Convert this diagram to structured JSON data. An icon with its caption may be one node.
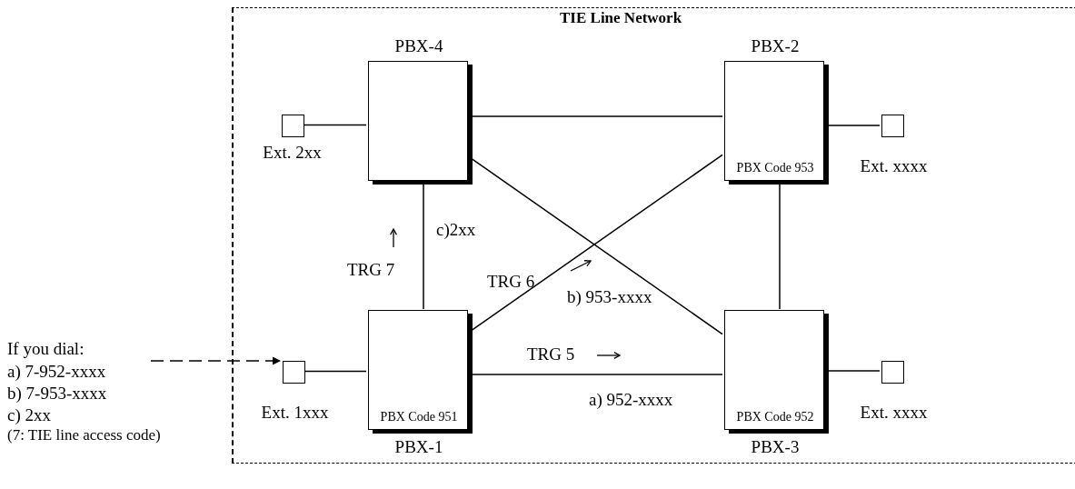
{
  "diagram": {
    "nodes": [
      {
        "text": [
          "TIE Line Network"
        ]
      },
      {
        "text": [
          "PBX-4"
        ],
        "in": 0
      },
      {
        "text": [
          "PBX-2",
          "PBX Code 953"
        ],
        "in": 0
      },
      {
        "text": [
          "PBX Code 951",
          "PBX-1"
        ],
        "in": 0
      },
      {
        "text": [
          "PBX Code 952",
          "PBX-3"
        ],
        "in": 0
      },
      {
        "text": [
          "Ext. 2xx"
        ],
        "in": 0
      },
      {
        "text": [
          "Ext. xxxx"
        ],
        "in": 0
      },
      {
        "text": [
          "Ext. 1xxx"
        ],
        "in": 0
      },
      {
        "text": [
          "Ext. xxxx"
        ],
        "in": 0
      },
      {
        "text": [
          "If you dial:",
          "a) 7-952-xxxx",
          "b) 7-953-xxxx",
          "c) 2xx"
        ],
        "beside": [
          "(7: TIE line access code)"
        ]
      }
    ],
    "edges": [
      {
        "from": 9,
        "to": 7,
        "arrow": "to",
        "style": "dashed"
      },
      {
        "from": 5,
        "to": 1,
        "arrow": "none"
      },
      {
        "from": 1,
        "to": 2,
        "arrow": "none"
      },
      {
        "from": 1,
        "to": 4,
        "arrow": "none"
      },
      {
        "from": 1,
        "to": 3,
        "arrow": "none"
      },
      {
        "from": 3,
        "to": 2,
        "arrow": "none"
      },
      {
        "from": 2,
        "to": 6,
        "arrow": "none"
      },
      {
        "from": 2,
        "to": 4,
        "arrow": "none"
      },
      {
        "from": 7,
        "to": 3,
        "arrow": "none"
      },
      {
        "from": 3,
        "to": 4,
        "arrow": "none"
      },
      {
        "from": 4,
        "to": 8,
        "arrow": "none"
      }
    ],
    "labels": [
      "c)2xx",
      "TRG 7",
      "TRG 6",
      "b) 953-xxxx",
      "TRG 5",
      "a) 952-xxxx"
    ]
  }
}
